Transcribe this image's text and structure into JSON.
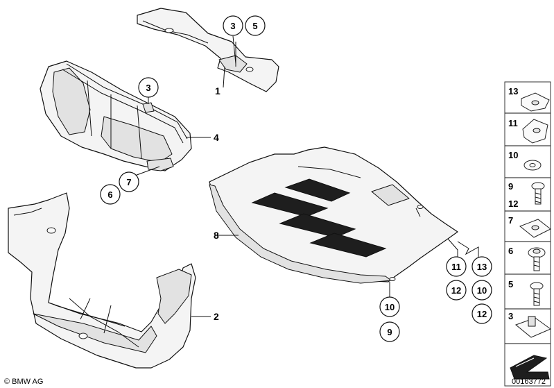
{
  "diagram": {
    "part_labels": [
      "1",
      "4",
      "8",
      "2"
    ],
    "callouts": {
      "top_a": "3",
      "top_b": "5",
      "grille": "3",
      "duct_a": "7",
      "duct_b": "6",
      "under_11": "11",
      "under_13": "13",
      "under_12a": "12",
      "under_10a": "10",
      "under_12b": "12",
      "front_10": "10",
      "front_9": "9"
    },
    "sidebar": [
      "13",
      "11",
      "10",
      "9",
      "12",
      "7",
      "6",
      "5",
      "3"
    ],
    "footer": {
      "copyright": "© BMW AG",
      "image_number": "00163772"
    }
  }
}
